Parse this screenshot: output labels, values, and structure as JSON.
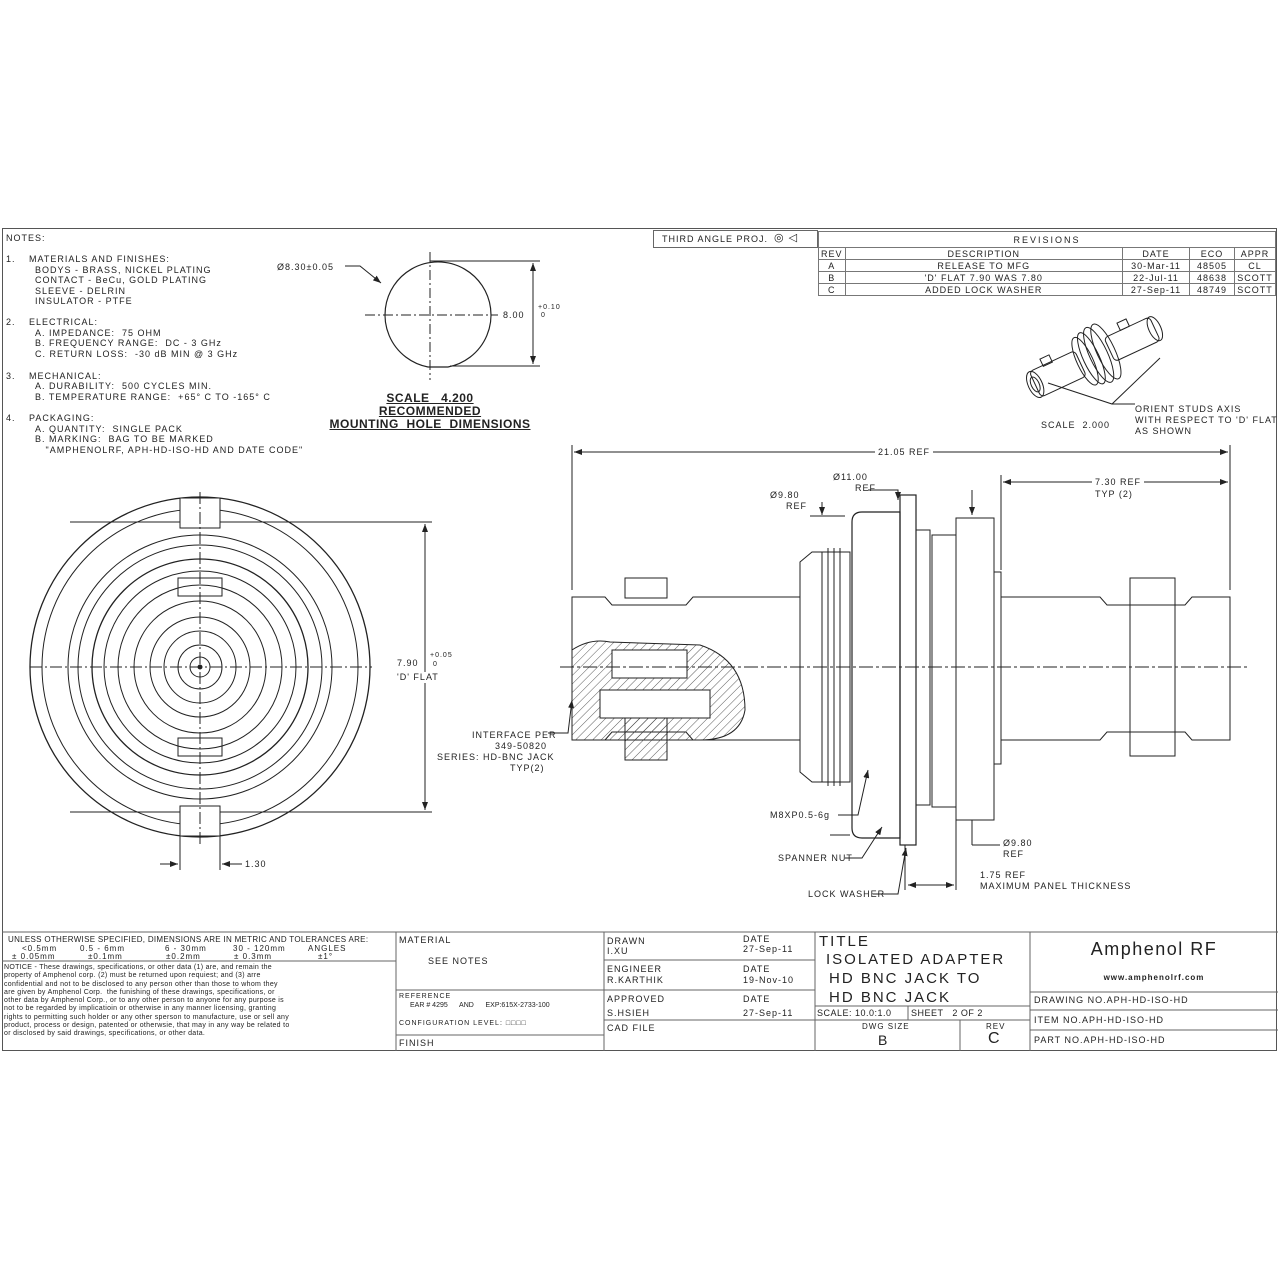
{
  "notes": {
    "heading": "NOTES:",
    "items": [
      {
        "num": "1.",
        "title": "MATERIALS AND FINISHES:",
        "lines": [
          "BODYS - BRASS, NICKEL PLATING",
          "CONTACT - BeCu, GOLD PLATING",
          "SLEEVE - DELRIN",
          "INSULATOR - PTFE"
        ]
      },
      {
        "num": "2.",
        "title": "ELECTRICAL:",
        "lines": [
          "A. IMPEDANCE:  75 OHM",
          "B. FREQUENCY RANGE:  DC - 3 GHz",
          "C. RETURN LOSS:  -30 dB MIN @ 3 GHz"
        ]
      },
      {
        "num": "3.",
        "title": "MECHANICAL:",
        "lines": [
          "A. DURABILITY:  500 CYCLES MIN.",
          "B. TEMPERATURE RANGE:  +65° C TO -165° C"
        ]
      },
      {
        "num": "4.",
        "title": "PACKAGING:",
        "lines": [
          "A. QUANTITY:  SINGLE PACK",
          "B. MARKING:  BAG TO BE MARKED",
          "   \"AMPHENOLRF, APH-HD-ISO-HD AND DATE CODE\""
        ]
      }
    ]
  },
  "mounting_hole": {
    "diameter": "Ø8.30±0.05",
    "height": "8.00",
    "height_tol_upper": "+0.10",
    "height_tol_lower": "0",
    "scale": "SCALE   4.200",
    "caption_1": "RECOMMENDED",
    "caption_2": "MOUNTING  HOLE  DIMENSIONS"
  },
  "projection": "THIRD ANGLE PROJ.",
  "revisions": {
    "title": "REVISIONS",
    "columns": [
      "REV",
      "DESCRIPTION",
      "DATE",
      "ECO",
      "APPR"
    ],
    "rows": [
      [
        "A",
        "RELEASE TO MFG",
        "30-Mar-11",
        "48505",
        "CL"
      ],
      [
        "B",
        "'D' FLAT 7.90 WAS 7.80",
        "22-Jul-11",
        "48638",
        "SCOTT"
      ],
      [
        "C",
        "ADDED LOCK WASHER",
        "27-Sep-11",
        "48749",
        "SCOTT"
      ]
    ]
  },
  "iso_view": {
    "scale": "SCALE  2.000",
    "note_1": "ORIENT STUDS AXIS",
    "note_2": "WITH RESPECT TO 'D' FLAT",
    "note_3": "AS SHOWN"
  },
  "end_view": {
    "flat": "7.90",
    "flat_tol_upper": "+0.05",
    "flat_tol_lower": "0",
    "flat_label": "'D' FLAT",
    "slot": "1.30"
  },
  "side_view": {
    "overall": "21.05 REF",
    "flange_dia": "Ø11.00",
    "flange_ref": "REF",
    "nut_dia": "Ø9.80",
    "nut_ref": "REF",
    "body_len": "7.30 REF",
    "body_typ": "TYP (2)",
    "interface_1": "INTERFACE PER",
    "interface_2": "349-50820",
    "interface_3": "SERIES: HD-BNC JACK",
    "interface_4": "TYP(2)",
    "thread": "M8XP0.5-6g",
    "spanner": "SPANNER NUT",
    "washer": "LOCK WASHER",
    "rear_dia": "Ø9.80",
    "rear_ref": "REF",
    "panel_1": "1.75 REF",
    "panel_2": "MAXIMUM PANEL THICKNESS"
  },
  "title_block": {
    "tolerance_heading": "UNLESS OTHERWISE SPECIFIED, DIMENSIONS ARE IN METRIC AND TOLERANCES ARE:",
    "tol_ranges": [
      "<0.5mm",
      "0.5 - 6mm",
      "6 - 30mm",
      "30 - 120mm",
      "ANGLES"
    ],
    "tol_values": [
      "± 0.05mm",
      "±0.1mm",
      "±0.2mm",
      "± 0.3mm",
      "±1°"
    ],
    "notice": "NOTICE - These drawings, specifications, or other data (1) are, and remain the\nproperty of Amphenol corp. (2) must be returned upon requiest; and (3) arre\nconfidential and not to be disclosed to any person other than those to whom they\nare given by Amphenol Corp.  the funishing of these drawings, specifications, or\nother data by Amphenol Corp., or to any other person to anyone for any purpose is\nnot to be regarded by implicatioin or otherwise in any manner licensing, granting\nrights to permitting such holder or any other sperson to manufacture, use or sell any\nproduct, process or design, patented or otherwsie, that may in any way be related to\nor disclosed by said drawings, specifications, or other data.",
    "material_label": "MATERIAL",
    "material_value": "SEE NOTES",
    "reference_label": "REFERENCE",
    "reference_value": "EAR # 4295      AND      EXP:615X-2733-100",
    "config_label": "CONFIGURATION LEVEL: □□□□",
    "finish_label": "FINISH",
    "drawn_label": "DRAWN",
    "drawn_by": "I.XU",
    "drawn_date_label": "DATE",
    "drawn_date": "27-Sep-11",
    "engineer_label": "ENGINEER",
    "engineer": "R.KARTHIK",
    "engineer_date_label": "DATE",
    "engineer_date": "19-Nov-10",
    "approved_label": "APPROVED",
    "approved_by": "S.HSIEH",
    "approved_date_label": "DATE",
    "approved_date": "27-Sep-11",
    "cad_label": "CAD FILE",
    "title_label": "TITLE",
    "title_1": "ISOLATED ADAPTER",
    "title_2": "HD BNC JACK TO",
    "title_3": "HD BNC JACK",
    "scale": "SCALE: 10.0:1.0",
    "sheet": "SHEET   2 OF 2",
    "dwg_size_label": "DWG SIZE",
    "dwg_size": "B",
    "rev_label": "REV",
    "rev": "C",
    "company": "Amphenol RF",
    "website": "www.amphenolrf.com",
    "drawing_no": "DRAWING NO.APH-HD-ISO-HD",
    "item_no": "ITEM NO.APH-HD-ISO-HD",
    "part_no": "PART NO.APH-HD-ISO-HD"
  }
}
